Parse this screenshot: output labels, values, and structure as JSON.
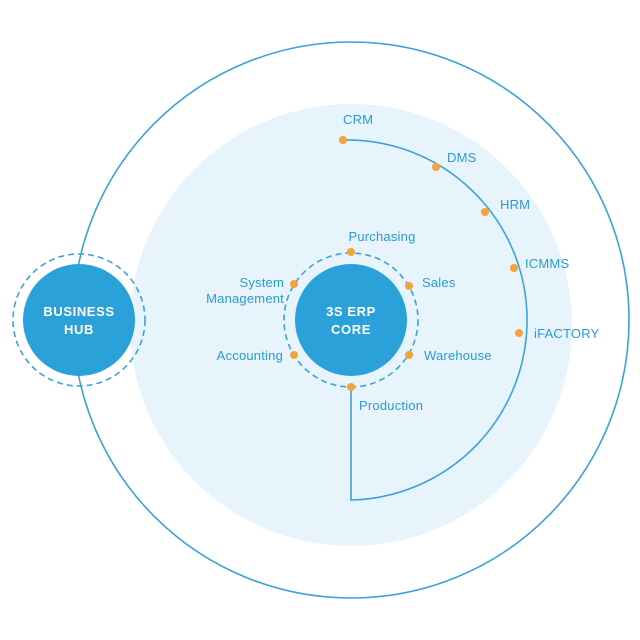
{
  "colors": {
    "primary": "#2aa1d9",
    "ring": "#3aa3d8",
    "halo": "#e7f4fb",
    "dot": "#f2a33a",
    "label": "#2a9ad3",
    "hub_text": "#ffffff"
  },
  "business_hub": {
    "line1": "BUSINESS",
    "line2": "HUB"
  },
  "core": {
    "line1": "3S ERP",
    "line2": "CORE"
  },
  "core_modules": {
    "purchasing": "Purchasing",
    "sales": "Sales",
    "warehouse": "Warehouse",
    "production": "Production",
    "accounting": "Accounting",
    "system_line1": "System",
    "system_line2": "Management"
  },
  "extensions": {
    "crm": "CRM",
    "dms": "DMS",
    "hrm": "HRM",
    "icmms": "ICMMS",
    "ifactory": "iFACTORY"
  }
}
